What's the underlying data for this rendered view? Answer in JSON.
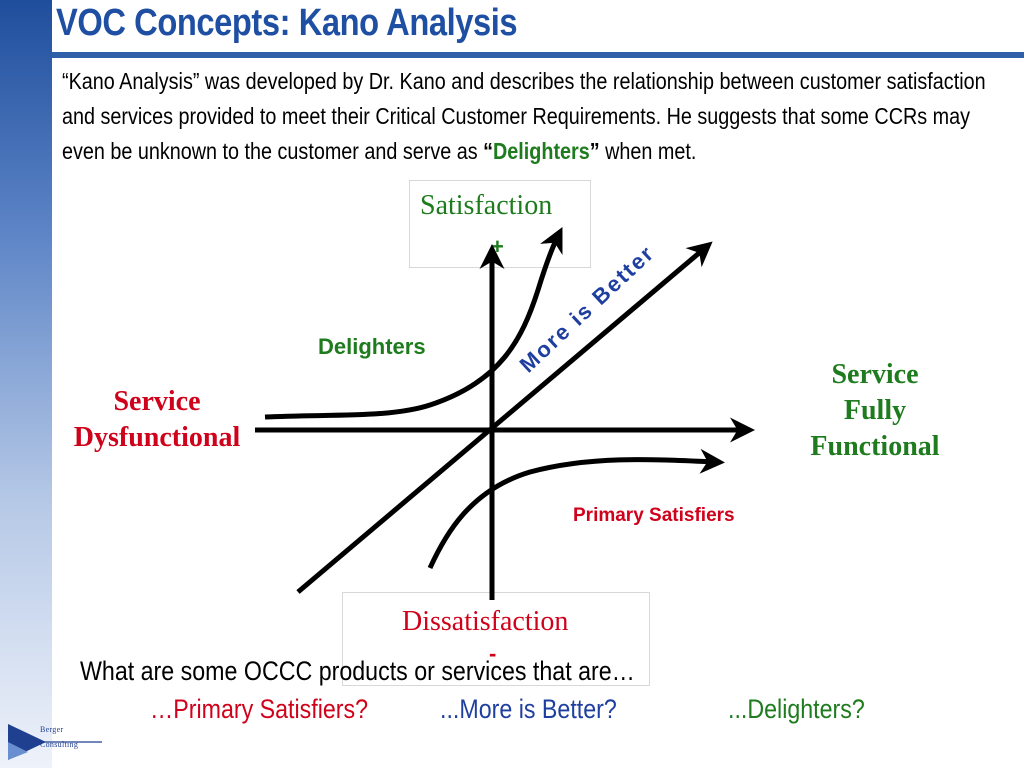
{
  "title": "VOC Concepts:  Kano Analysis",
  "intro": {
    "part1": "“Kano Analysis” was developed by Dr. Kano and describes the relationship between customer satisfaction and services provided to meet their Critical Customer Requirements. He suggests that some CCRs may even be unknown to the customer and serve as ",
    "open_quote": "“",
    "highlight": "Delighters",
    "close_quote": "”",
    "part2": " when met."
  },
  "diagram": {
    "top_box": {
      "label": "Satisfaction",
      "sign": "+"
    },
    "bottom_box": {
      "label": "Dissatisfaction",
      "sign": "-"
    },
    "left_label": {
      "line1": "Service",
      "line2": "Dysfunctional"
    },
    "right_label": {
      "line1": "Service",
      "line2": "Fully",
      "line3": "Functional"
    },
    "delighters_label": "Delighters",
    "more_is_better_label": "More is Better",
    "primary_label": "Primary Satisfiers",
    "colors": {
      "green": "#1e7b1e",
      "red": "#d0021b",
      "blue": "#1f3fa0",
      "axis": "#000000"
    }
  },
  "question": {
    "text": "What are some OCCC products or services that are…",
    "options": [
      "…Primary Satisfiers?",
      "...More is Better?",
      "...Delighters?"
    ]
  },
  "logo": {
    "line1": "Berger",
    "line2": "Consulting"
  }
}
